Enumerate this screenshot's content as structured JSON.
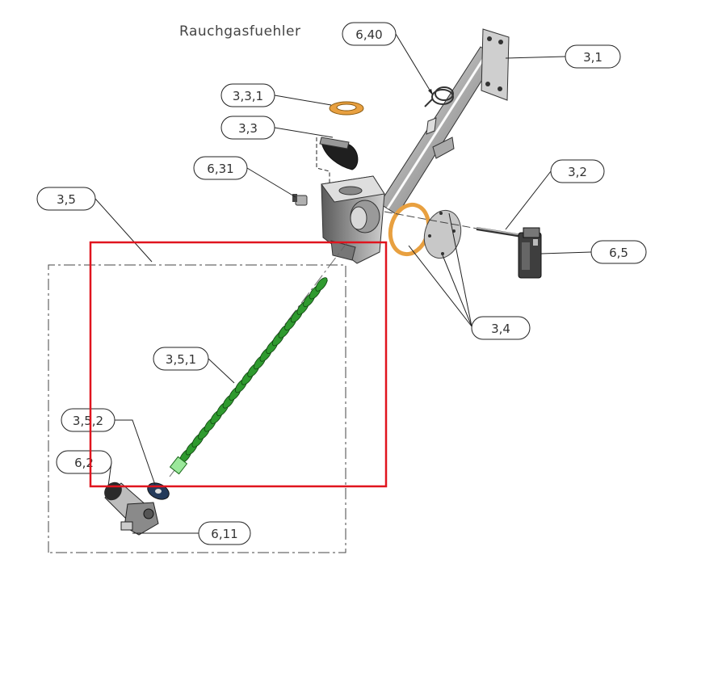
{
  "title": "Rauchgasfuehler",
  "labels": {
    "l640": "6,40",
    "l31": "3,1",
    "l331": "3,3,1",
    "l33": "3,3",
    "l631": "6,31",
    "l35": "3,5",
    "l32": "3,2",
    "l65": "6,5",
    "l34": "3,4",
    "l351": "3,5,1",
    "l352": "3,5,2",
    "l62": "6,2",
    "l611": "6,11"
  },
  "colors": {
    "highlight": "#e0141e",
    "auger": "#2f9a2f",
    "gasket": "#e8a040",
    "metal": "#b9b9b9",
    "dark": "#4a4a4a"
  }
}
